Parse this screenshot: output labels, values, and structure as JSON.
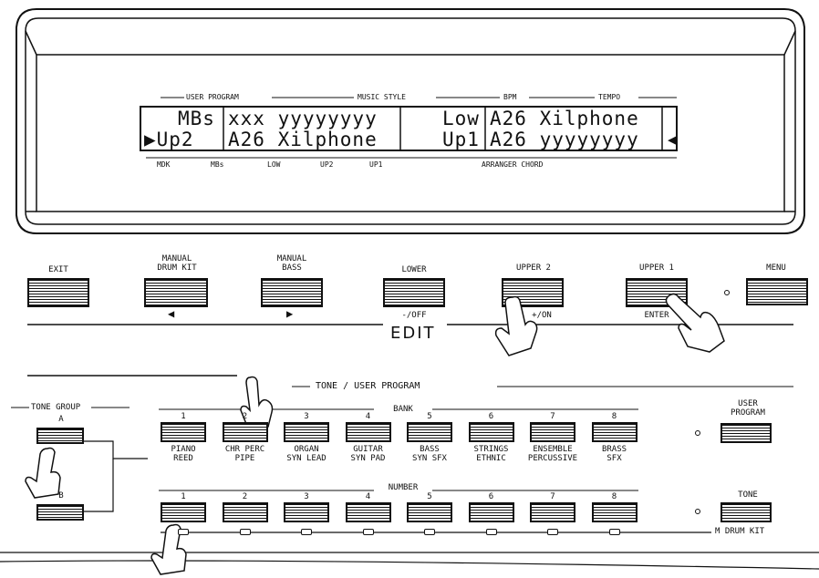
{
  "display": {
    "header": {
      "user_program": "USER PROGRAM",
      "music_style": "MUSIC STYLE",
      "bpm": "BPM",
      "tempo": "TEMPO"
    },
    "row1": {
      "left": "MBs",
      "mid": "xxx yyyyyyyy",
      "right": "Low",
      "far": "A26 Xilphone"
    },
    "row2": {
      "left": "▶Up2",
      "mid": "A26 Xilphone",
      "right": "Up1",
      "far": "A26 yyyyyyyy"
    },
    "cursor": "◀",
    "footer": {
      "mdk": "MDK",
      "mbs": "MBs",
      "low": "LOW",
      "up2": "UP2",
      "up1": "UP1",
      "arranger": "ARRANGER CHORD"
    }
  },
  "edit_row": {
    "exit": "EXIT",
    "manual_drum_kit": [
      "MANUAL",
      "DRUM KIT"
    ],
    "manual_bass": [
      "MANUAL",
      "BASS"
    ],
    "lower": "LOWER",
    "lower_sub": "-/OFF",
    "upper2": "UPPER 2",
    "upper2_sub": "+/ON",
    "upper1": "UPPER 1",
    "upper1_sub": "ENTER",
    "menu": "MENU",
    "edit": "EDIT",
    "left_arrow": "◀",
    "right_arrow": "▶"
  },
  "tone_section": {
    "title": "TONE / USER PROGRAM",
    "bank": "BANK",
    "number": "NUMBER",
    "tone_group": "TONE GROUP",
    "group_a": "A",
    "group_b": "B",
    "user_program": [
      "USER",
      "PROGRAM"
    ],
    "tone": "TONE",
    "m_drum_kit": "M DRUM KIT",
    "bank_buttons": [
      {
        "num": "1",
        "a": "PIANO",
        "b": "REED"
      },
      {
        "num": "2",
        "a": "CHR PERC",
        "b": "PIPE"
      },
      {
        "num": "3",
        "a": "ORGAN",
        "b": "SYN LEAD"
      },
      {
        "num": "4",
        "a": "GUITAR",
        "b": "SYN PAD"
      },
      {
        "num": "5",
        "a": "BASS",
        "b": "SYN SFX"
      },
      {
        "num": "6",
        "a": "STRINGS",
        "b": "ETHNIC"
      },
      {
        "num": "7",
        "a": "ENSEMBLE",
        "b": "PERCUSSIVE"
      },
      {
        "num": "8",
        "a": "BRASS",
        "b": "SFX"
      }
    ],
    "number_buttons": [
      "1",
      "2",
      "3",
      "4",
      "5",
      "6",
      "7",
      "8"
    ]
  }
}
